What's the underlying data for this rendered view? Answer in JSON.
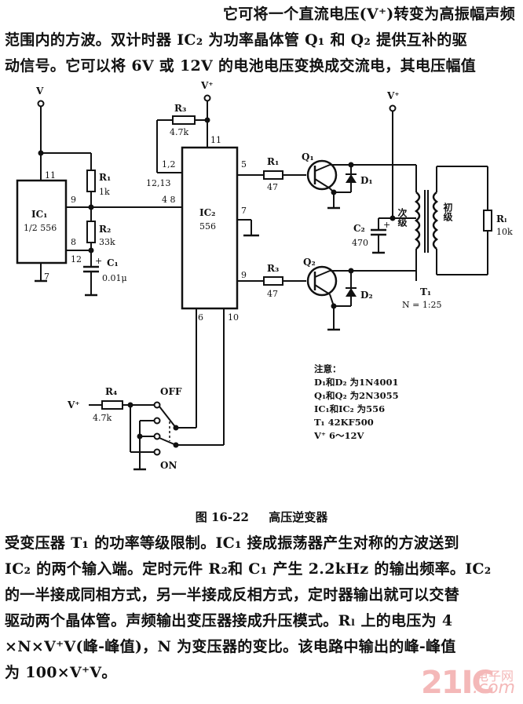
{
  "top_paragraph": {
    "lines": [
      "它可将一个直流电压(V⁺)转变为高振幅声频",
      "范围内的方波。双计时器 IC₂ 为功率晶体管 Q₁ 和 Q₂ 提供互补的驱",
      "动信号。它可以将 6V 或 12V 的电池电压变换成交流电，其电压幅值"
    ]
  },
  "figure": {
    "number": "图 16-22",
    "title": "高压逆变器"
  },
  "circuit": {
    "supply_labels": [
      "V",
      "V⁺",
      "V⁺",
      "V⁺"
    ],
    "ic1": {
      "name": "IC₁",
      "part": "1/2 556",
      "pins": [
        "11",
        "9",
        "8",
        "12",
        "7"
      ]
    },
    "ic2": {
      "name": "IC₂",
      "part": "556",
      "pins": [
        "11",
        "1,2",
        "12,13",
        "4 8",
        "5",
        "7",
        "9",
        "6",
        "10"
      ]
    },
    "r1": {
      "name": "R₁",
      "value": "1k"
    },
    "r2": {
      "name": "R₂",
      "value": "33k"
    },
    "c1": {
      "name": "C₁",
      "value": "0.01μ"
    },
    "r3": {
      "name": "R₃",
      "value": "4.7k"
    },
    "r_out1": {
      "name": "R₁",
      "value": "47"
    },
    "r_out2": {
      "name": "R₃",
      "value": "47"
    },
    "q1": {
      "name": "Q₁"
    },
    "q2": {
      "name": "Q₂"
    },
    "d1": {
      "name": "D₁"
    },
    "d2": {
      "name": "D₂"
    },
    "c2": {
      "name": "C₂",
      "value": "470"
    },
    "t1": {
      "name": "T₁",
      "ratio": "N = 1:25",
      "secondary_label": "次级",
      "primary_label": "初级"
    },
    "rl": {
      "name": "Rₗ",
      "value": "10k"
    },
    "r4": {
      "name": "R₄",
      "value": "4.7k"
    },
    "switch": {
      "off_label": "OFF",
      "on_label": "ON"
    }
  },
  "notes": {
    "title": "注意：",
    "items": [
      "D₁和D₂ 为1N4001",
      "Q₁和Q₂ 为2N3055",
      "IC₁和IC₂ 为556",
      "T₁  42KF500",
      "V⁺  6～12V"
    ]
  },
  "bottom_paragraph": {
    "lines": [
      "受变压器 T₁ 的功率等级限制。IC₁ 接成振荡器产生对称的方波送到",
      "IC₂ 的两个输入端。定时元件 R₂和 C₁ 产生 2.2kHz 的输出频率。IC₂",
      "的一半接成同相方式，另一半接成反相方式，定时器输出就可以交替",
      "驱动两个晶体管。声频输出变压器接成升压模式。Rₗ 上的电压为 4",
      "×N×V⁺V(峰-峰值)，N 为变压器的变比。该电路中输出的峰-峰值",
      "为 100×V⁺V。"
    ]
  },
  "watermark": {
    "brand": "21IC",
    "cn": "电子网",
    "domain": ".com",
    "color": "#f4b8b8"
  }
}
